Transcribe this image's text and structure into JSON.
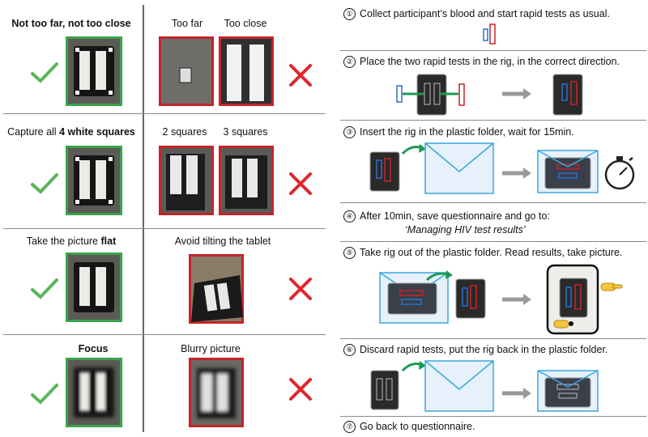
{
  "left": {
    "rows": [
      {
        "good_label_parts": [
          "Not too far, not too close"
        ],
        "bad_labels": [
          "Too far",
          "Too close"
        ]
      },
      {
        "good_label_parts": [
          "Capture all ",
          "4 white squares"
        ],
        "bad_labels": [
          "2 squares",
          "3 squares"
        ]
      },
      {
        "good_label_parts": [
          "Take the picture ",
          "flat"
        ],
        "bad_labels": [
          "Avoid tilting the tablet"
        ]
      },
      {
        "good_label_parts": [
          "Focus"
        ],
        "bad_labels": [
          "Blurry picture"
        ]
      }
    ],
    "icons": {
      "good": "check-icon",
      "bad": "cross-icon"
    },
    "colors": {
      "good": "#3aa34a",
      "bad": "#c4242b"
    }
  },
  "steps": [
    {
      "num": "①",
      "text": "Collect participant’s blood and start rapid tests as usual."
    },
    {
      "num": "②",
      "text": "Place the two rapid tests in the rig, in the correct direction."
    },
    {
      "num": "③",
      "text": "Insert the rig in the plastic folder, wait for 15min."
    },
    {
      "num": "④",
      "text": "After 10min, save questionnaire and go to:",
      "sub": "‘Managing HIV test results’"
    },
    {
      "num": "⑤",
      "text": "Take rig out of the plastic folder. Read results, take picture."
    },
    {
      "num": "⑥",
      "text": "Discard rapid tests, put the rig back in the plastic folder."
    },
    {
      "num": "⑦",
      "text": "Go back to questionnaire."
    }
  ],
  "step_icons": [
    "rapid-test-icon",
    "rig-icon",
    "plastic-folder-icon",
    "stopwatch-icon",
    "tablet-icon",
    "pointing-hand-icon",
    "arrow-right-icon"
  ],
  "colors": {
    "test_blue": "#2a6fd1",
    "test_red": "#c4242b",
    "folder_blue": "#3aa7d8",
    "green_arrow": "#1f9a55",
    "gray_arrow": "#9a9a9a"
  }
}
